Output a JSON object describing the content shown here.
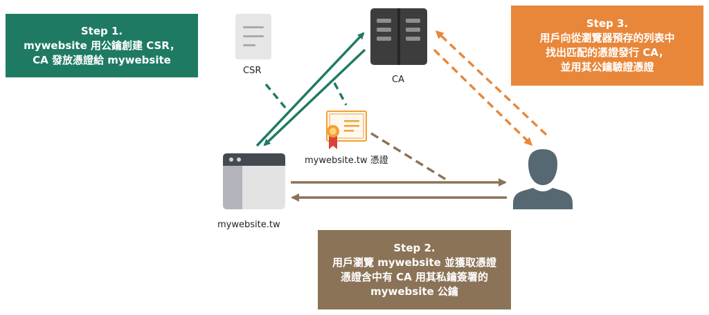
{
  "colors": {
    "step1": "#1f7a63",
    "step2": "#8b7357",
    "step3": "#e8873a",
    "green_arrow": "#1f7a63",
    "orange_arrow": "#e8873a",
    "brown_arrow": "#8b7357",
    "server": "#3d3d3d",
    "user": "#566872",
    "document": "#e8e8e8",
    "certificate": "#f1a036"
  },
  "step1": {
    "lines": [
      "Step 1.",
      "mywebsite 用公鑰創建 CSR，",
      "CA 發放憑證給 mywebsite"
    ]
  },
  "step2": {
    "lines": [
      "Step 2.",
      "用戶瀏覽 mywebsite 並獲取憑證",
      "憑證含中有 CA 用其私鑰簽署的",
      "mywebsite 公鑰"
    ]
  },
  "step3": {
    "lines": [
      "Step 3.",
      "用戶向從瀏覽器預存的列表中",
      "找出匹配的憑證發行 CA，",
      "並用其公鑰驗證憑證"
    ]
  },
  "labels": {
    "csr": "CSR",
    "ca": "CA",
    "certificate": "mywebsite.tw 憑證",
    "website": "mywebsite.tw"
  },
  "icons": {
    "csr": "document-icon",
    "ca": "server-icon",
    "certificate": "certificate-icon",
    "website": "browser-window-icon",
    "user": "user-icon"
  }
}
